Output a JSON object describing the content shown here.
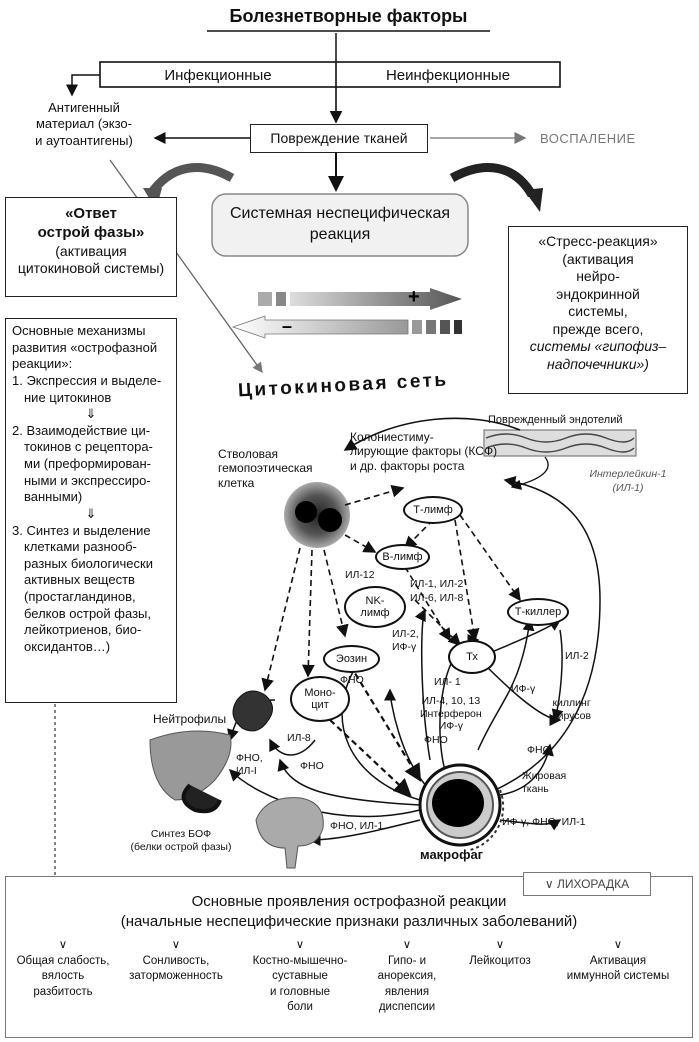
{
  "title": "Болезнетворные факторы",
  "factors": {
    "infectious": "Инфекционные",
    "noninfectious": "Неинфекционные"
  },
  "antigen": [
    "Антигенный",
    "материал (экзо-",
    "и аутоантигены)"
  ],
  "tissue_damage": "Повреждение тканей",
  "inflammation": "ВОСПАЛЕНИЕ",
  "systemic": [
    "Системная неспецифическая",
    "реакция"
  ],
  "acute_phase": {
    "lines": [
      "«Ответ",
      "острой фазы»",
      "(активация",
      "цитокиновой системы)"
    ]
  },
  "stress": {
    "lines": [
      "«Стресс-реакция»",
      "(активация",
      "нейро-",
      "эндокринной",
      "системы,",
      "прежде всего,"
    ],
    "italic": [
      "системы «гипофиз–",
      "надпочечники»)"
    ]
  },
  "plus_sign": "+",
  "minus_sign": "–",
  "mechanisms": {
    "intro": [
      "Основные механизмы",
      "развития «острофазной",
      "реакции»:"
    ],
    "item1": [
      "1. Экспрессия и выделе-",
      "ние цитокинов"
    ],
    "item2": [
      "2. Взаимодействие ци-",
      "токинов с рецептора-",
      "ми (преформирован-",
      "ными и экспрессиро-",
      "ванными)"
    ],
    "item3": [
      "3. Синтез и выделение",
      "клетками разнооб-",
      "разных биологически",
      "активных веществ",
      "(простагландинов,",
      "белков острой фазы,",
      "лейкотриенов, био-",
      "оксидантов…)"
    ],
    "arrow": "⇓"
  },
  "cytokine_network": "Цитокиновая сеть",
  "endothelium": "Поврежденный эндотелий",
  "il1": [
    "Интерлейкин-1",
    "(ИЛ-1)"
  ],
  "stem_cell": [
    "Стволовая",
    "гемопоэтическая",
    "клетка"
  ],
  "csf": [
    "Колониестиму-",
    "лирующие факторы (КСФ)",
    "и др. факторы роста"
  ],
  "cells": {
    "t_lymph": "Т-лимф",
    "b_lymph": "В-лимф",
    "nk": [
      "NK-",
      "лимф"
    ],
    "t_killer": "Т-киллер",
    "eosin": "Эозин",
    "tx": "Тх",
    "mono": [
      "Моно-",
      "цит"
    ]
  },
  "labels": {
    "il12": "ИЛ-12",
    "il1_il2": "ИЛ-1, ИЛ-2",
    "il6_il8": "ИЛ-6, ИЛ-8",
    "il2_if": [
      "ИЛ-2,",
      "ИФ-γ"
    ],
    "il2": "ИЛ-2",
    "ifg": "ИФ-γ",
    "killing": [
      "киллинг",
      "вирусов"
    ],
    "il1_small": "ИЛ- 1",
    "il4": [
      "ИЛ-4, 10, 13",
      "Интерферон",
      "ИФ-γ"
    ],
    "fno1": "ФНО",
    "fno2": "ФНО",
    "fno3": "ФНО",
    "fno4": "ФНО",
    "il8": "ИЛ-8",
    "neutrophils": "Нейтрофилы",
    "fno_il1_liver": [
      "ФНО,",
      "ИЛ-I"
    ],
    "fat": [
      "Жировая",
      "ткань"
    ],
    "if_fno_il1": "ИФ-γ, ФНО, ИЛ-1",
    "fno_il1_brain": "ФНО, ИЛ-1",
    "macrophage": "макрофаг",
    "bof": [
      "Синтез БОФ",
      "(белки острой фазы)"
    ]
  },
  "fever": "ЛИХОРАДКА",
  "bottom_title": [
    "Основные проявления острофазной реакции",
    "(начальные неспецифические признаки различных заболеваний)"
  ],
  "manifestations": [
    [
      "Общая слабость,",
      "вялость",
      "разбитость"
    ],
    [
      "Сонливость,",
      "заторможенность"
    ],
    [
      "Костно-мышечно-",
      "суставные",
      "и головные",
      "боли"
    ],
    [
      "Гипо- и",
      "анорексия,",
      "явления",
      "диспепсии"
    ],
    [
      "Лейкоцитоз"
    ],
    [
      "Активация",
      "иммунной системы"
    ]
  ],
  "check_glyph": "∨"
}
